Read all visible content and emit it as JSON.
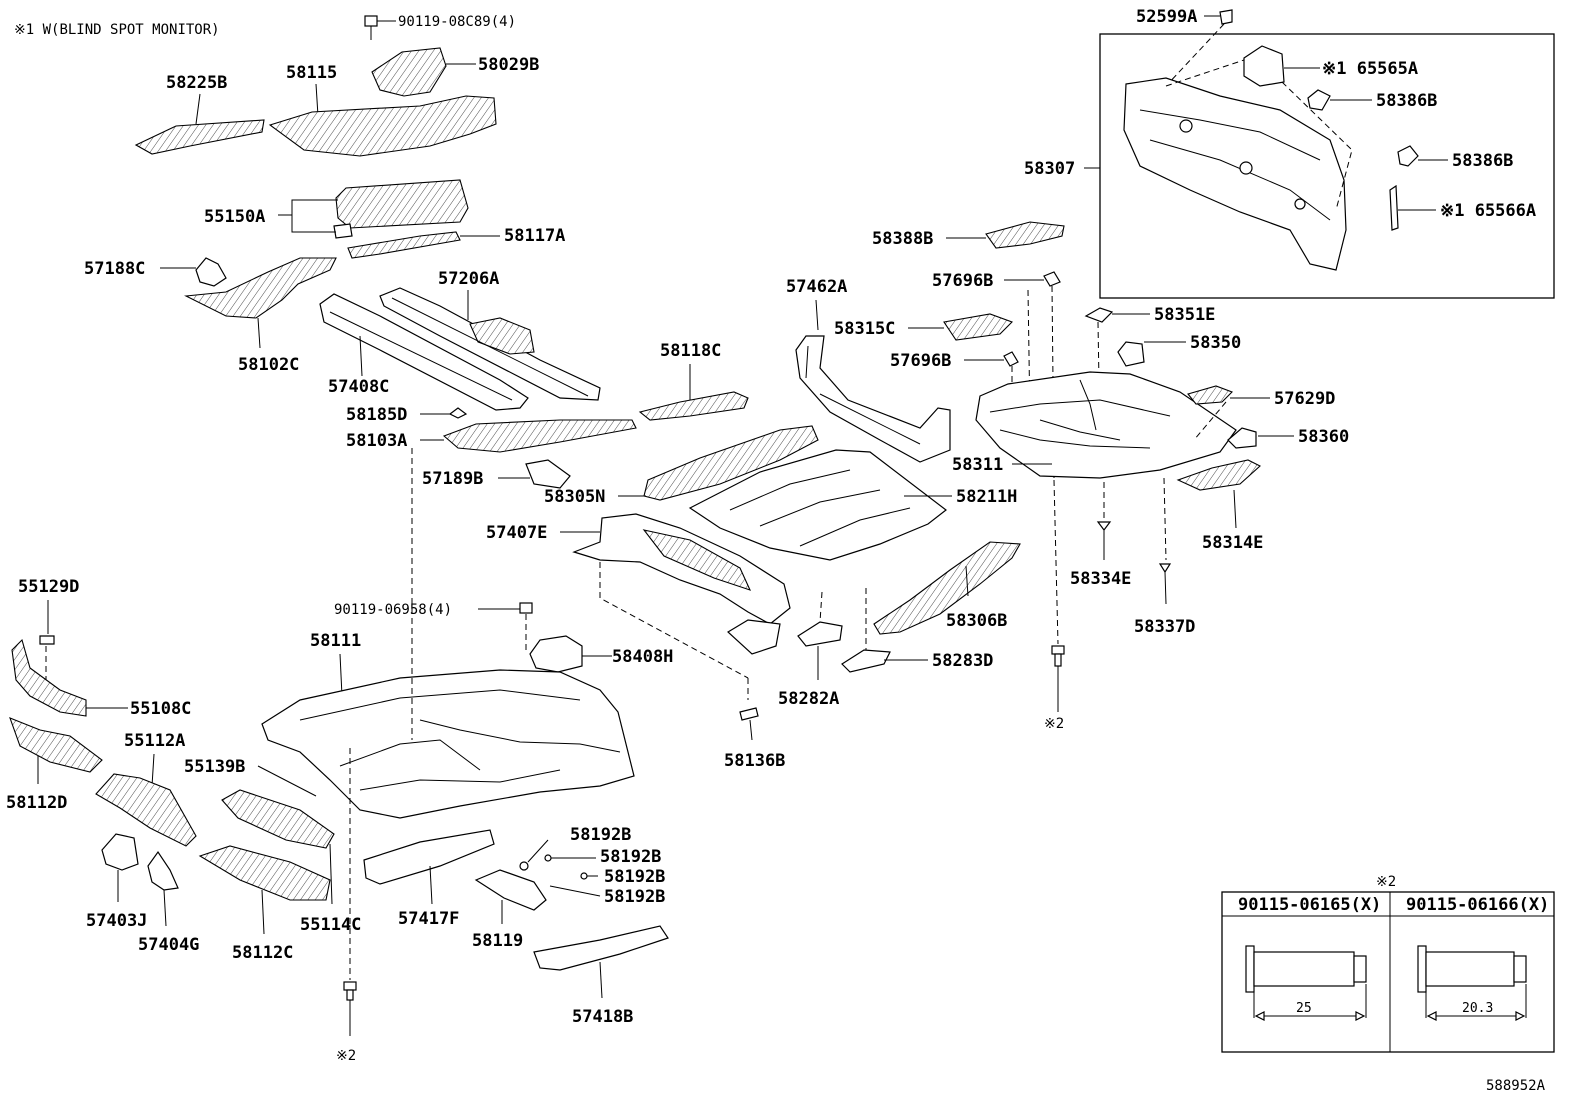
{
  "note": "※1 W(BLIND SPOT MONITOR)",
  "ref_mark": "※2",
  "drawing_number": "588952A",
  "labels": {
    "p90119_08c89": "90119-08C89(4)",
    "p58029b": "58029B",
    "p58115": "58115",
    "p58225b": "58225B",
    "p55150a": "55150A",
    "p58117a": "58117A",
    "p57188c": "57188C",
    "p57206a": "57206A",
    "p58102c": "58102C",
    "p57408c": "57408C",
    "p58185d": "58185D",
    "p58103a": "58103A",
    "p57189b": "57189B",
    "p58118c": "58118C",
    "p57462a": "57462A",
    "p58315c": "58315C",
    "p57696b_1": "57696B",
    "p57696b_2": "57696B",
    "p58388b": "58388B",
    "p58351e": "58351E",
    "p58350": "58350",
    "p57629d": "57629D",
    "p58360": "58360",
    "p58311": "58311",
    "p58314e": "58314E",
    "p58334e": "58334E",
    "p58337d": "58337D",
    "p58305n": "58305N",
    "p58211h": "58211H",
    "p57407e": "57407E",
    "p58306b": "58306B",
    "p58283d": "58283D",
    "p58282a": "58282A",
    "p58136b": "58136B",
    "p90119_06958": "90119-06958(4)",
    "p58408h": "58408H",
    "p58111": "58111",
    "p55129d": "55129D",
    "p55108c": "55108C",
    "p55112a": "55112A",
    "p55139b": "55139B",
    "p58112d": "58112D",
    "p57403j": "57403J",
    "p57404g": "57404G",
    "p58112c": "58112C",
    "p55114c": "55114C",
    "p57417f": "57417F",
    "p58119": "58119",
    "p58192b_1": "58192B",
    "p58192b_2": "58192B",
    "p58192b_3": "58192B",
    "p58192b_4": "58192B",
    "p57418b": "57418B",
    "p52599a": "52599A",
    "p65565a": "※1 65565A",
    "p58386b_1": "58386B",
    "p58386b_2": "58386B",
    "p58307": "58307",
    "p65566a": "※1 65566A"
  },
  "bolt_table": {
    "header_mark": "※2",
    "col1": "90115-06165(X)",
    "col2": "90115-06166(X)",
    "dim1": "25",
    "dim2": "20.3"
  }
}
